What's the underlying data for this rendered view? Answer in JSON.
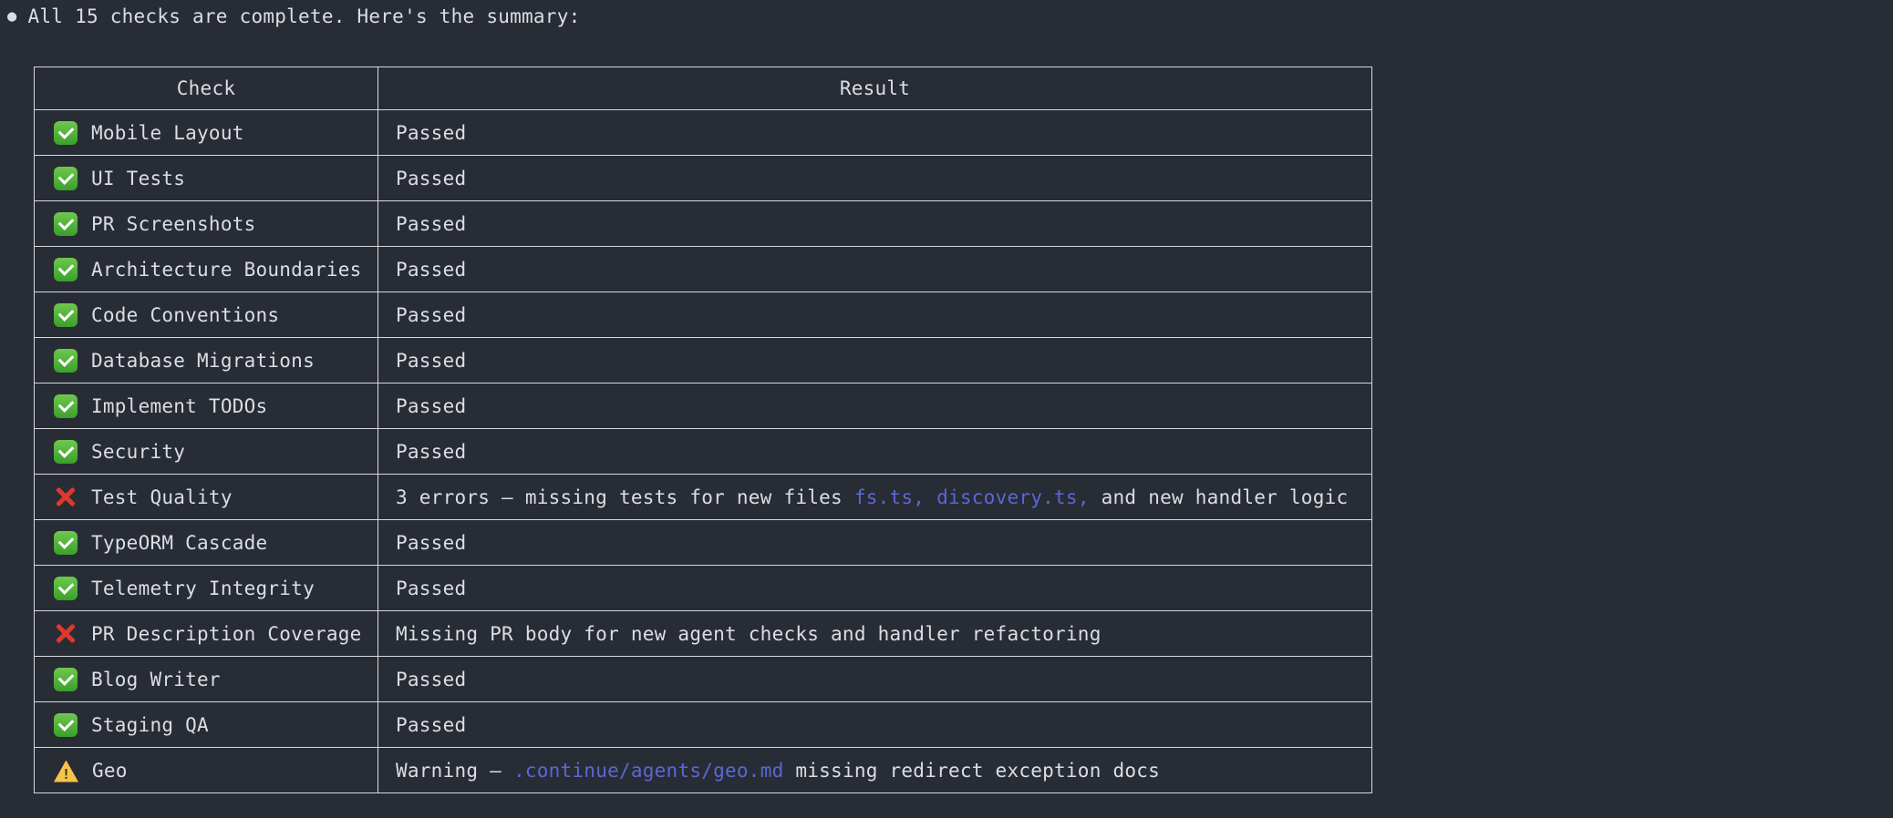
{
  "intro": {
    "bullet": "●",
    "text": "All 15 checks are complete. Here's the summary:"
  },
  "colors": {
    "background": "#282c34",
    "text": "#dbdee4",
    "table_border": "#d6d9de",
    "link_blue": "#5a68d6",
    "pass_green": "#4cb23a",
    "fail_red": "#dc392e",
    "warn_yellow": "#f6c445"
  },
  "table": {
    "headers": [
      "Check",
      "Result"
    ],
    "icon_legend": {
      "pass": "green-check-icon",
      "fail": "red-cross-icon",
      "warn": "yellow-warning-triangle-icon"
    },
    "rows": [
      {
        "icon": "pass",
        "check": "Mobile Layout",
        "result": [
          {
            "text": "Passed",
            "link": false
          }
        ]
      },
      {
        "icon": "pass",
        "check": "UI Tests",
        "result": [
          {
            "text": "Passed",
            "link": false
          }
        ]
      },
      {
        "icon": "pass",
        "check": "PR Screenshots",
        "result": [
          {
            "text": "Passed",
            "link": false
          }
        ]
      },
      {
        "icon": "pass",
        "check": "Architecture Boundaries",
        "result": [
          {
            "text": "Passed",
            "link": false
          }
        ]
      },
      {
        "icon": "pass",
        "check": "Code Conventions",
        "result": [
          {
            "text": "Passed",
            "link": false
          }
        ]
      },
      {
        "icon": "pass",
        "check": "Database Migrations",
        "result": [
          {
            "text": "Passed",
            "link": false
          }
        ]
      },
      {
        "icon": "pass",
        "check": "Implement TODOs",
        "result": [
          {
            "text": "Passed",
            "link": false
          }
        ]
      },
      {
        "icon": "pass",
        "check": "Security",
        "result": [
          {
            "text": "Passed",
            "link": false
          }
        ]
      },
      {
        "icon": "fail",
        "check": "Test Quality",
        "result": [
          {
            "text": "3 errors — missing tests for new files ",
            "link": false
          },
          {
            "text": "fs.ts,",
            "link": true
          },
          {
            "text": " ",
            "link": false
          },
          {
            "text": "discovery.ts,",
            "link": true
          },
          {
            "text": " and new handler logic",
            "link": false
          }
        ]
      },
      {
        "icon": "pass",
        "check": "TypeORM Cascade",
        "result": [
          {
            "text": "Passed",
            "link": false
          }
        ]
      },
      {
        "icon": "pass",
        "check": "Telemetry Integrity",
        "result": [
          {
            "text": "Passed",
            "link": false
          }
        ]
      },
      {
        "icon": "fail",
        "check": "PR Description Coverage",
        "result": [
          {
            "text": "Missing PR body for new agent checks and handler refactoring",
            "link": false
          }
        ]
      },
      {
        "icon": "pass",
        "check": "Blog Writer",
        "result": [
          {
            "text": "Passed",
            "link": false
          }
        ]
      },
      {
        "icon": "pass",
        "check": "Staging QA",
        "result": [
          {
            "text": "Passed",
            "link": false
          }
        ]
      },
      {
        "icon": "warn",
        "check": "Geo",
        "result": [
          {
            "text": "Warning — ",
            "link": false
          },
          {
            "text": ".continue/agents/geo.md",
            "link": true
          },
          {
            "text": " missing redirect exception docs",
            "link": false
          }
        ]
      }
    ]
  }
}
